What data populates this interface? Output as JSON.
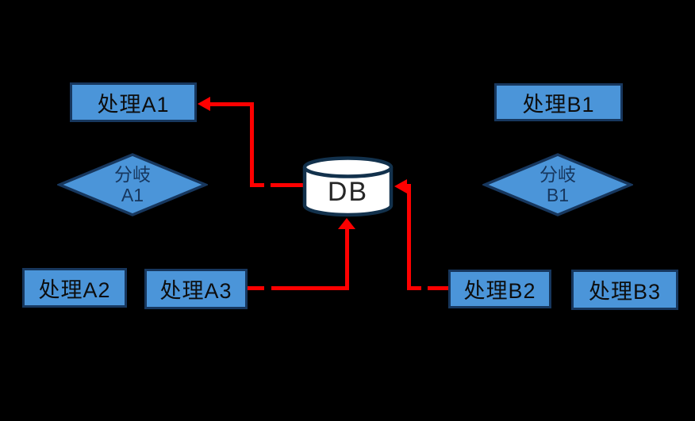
{
  "palette": {
    "background": "#000000",
    "node_fill": "#4b95d9",
    "node_border": "#17375e",
    "node_text": "#0d0d0d",
    "diamond_text": "#17375e",
    "cylinder_fill": "#ffffff",
    "cylinder_border": "#12314c",
    "db_text": "#262626",
    "arrow": "#fe0000"
  },
  "nodes": {
    "process_a1": {
      "label": "处理A1"
    },
    "process_a2": {
      "label": "处理A2"
    },
    "process_a3": {
      "label": "处理A3"
    },
    "process_b1": {
      "label": "处理B1"
    },
    "process_b2": {
      "label": "处理B2"
    },
    "process_b3": {
      "label": "处理B3"
    },
    "branch_a1": {
      "line1": "分岐",
      "line2": "A1"
    },
    "branch_b1": {
      "line1": "分岐",
      "line2": "B1"
    },
    "db": {
      "label": "DB"
    }
  },
  "edges": [
    {
      "from": "db",
      "to": "process_a1",
      "style": "elbow",
      "color": "#fe0000"
    },
    {
      "from": "process_a3",
      "to": "db",
      "style": "elbow",
      "color": "#fe0000"
    },
    {
      "from": "process_b2",
      "to": "db",
      "style": "elbow",
      "color": "#fe0000"
    }
  ]
}
